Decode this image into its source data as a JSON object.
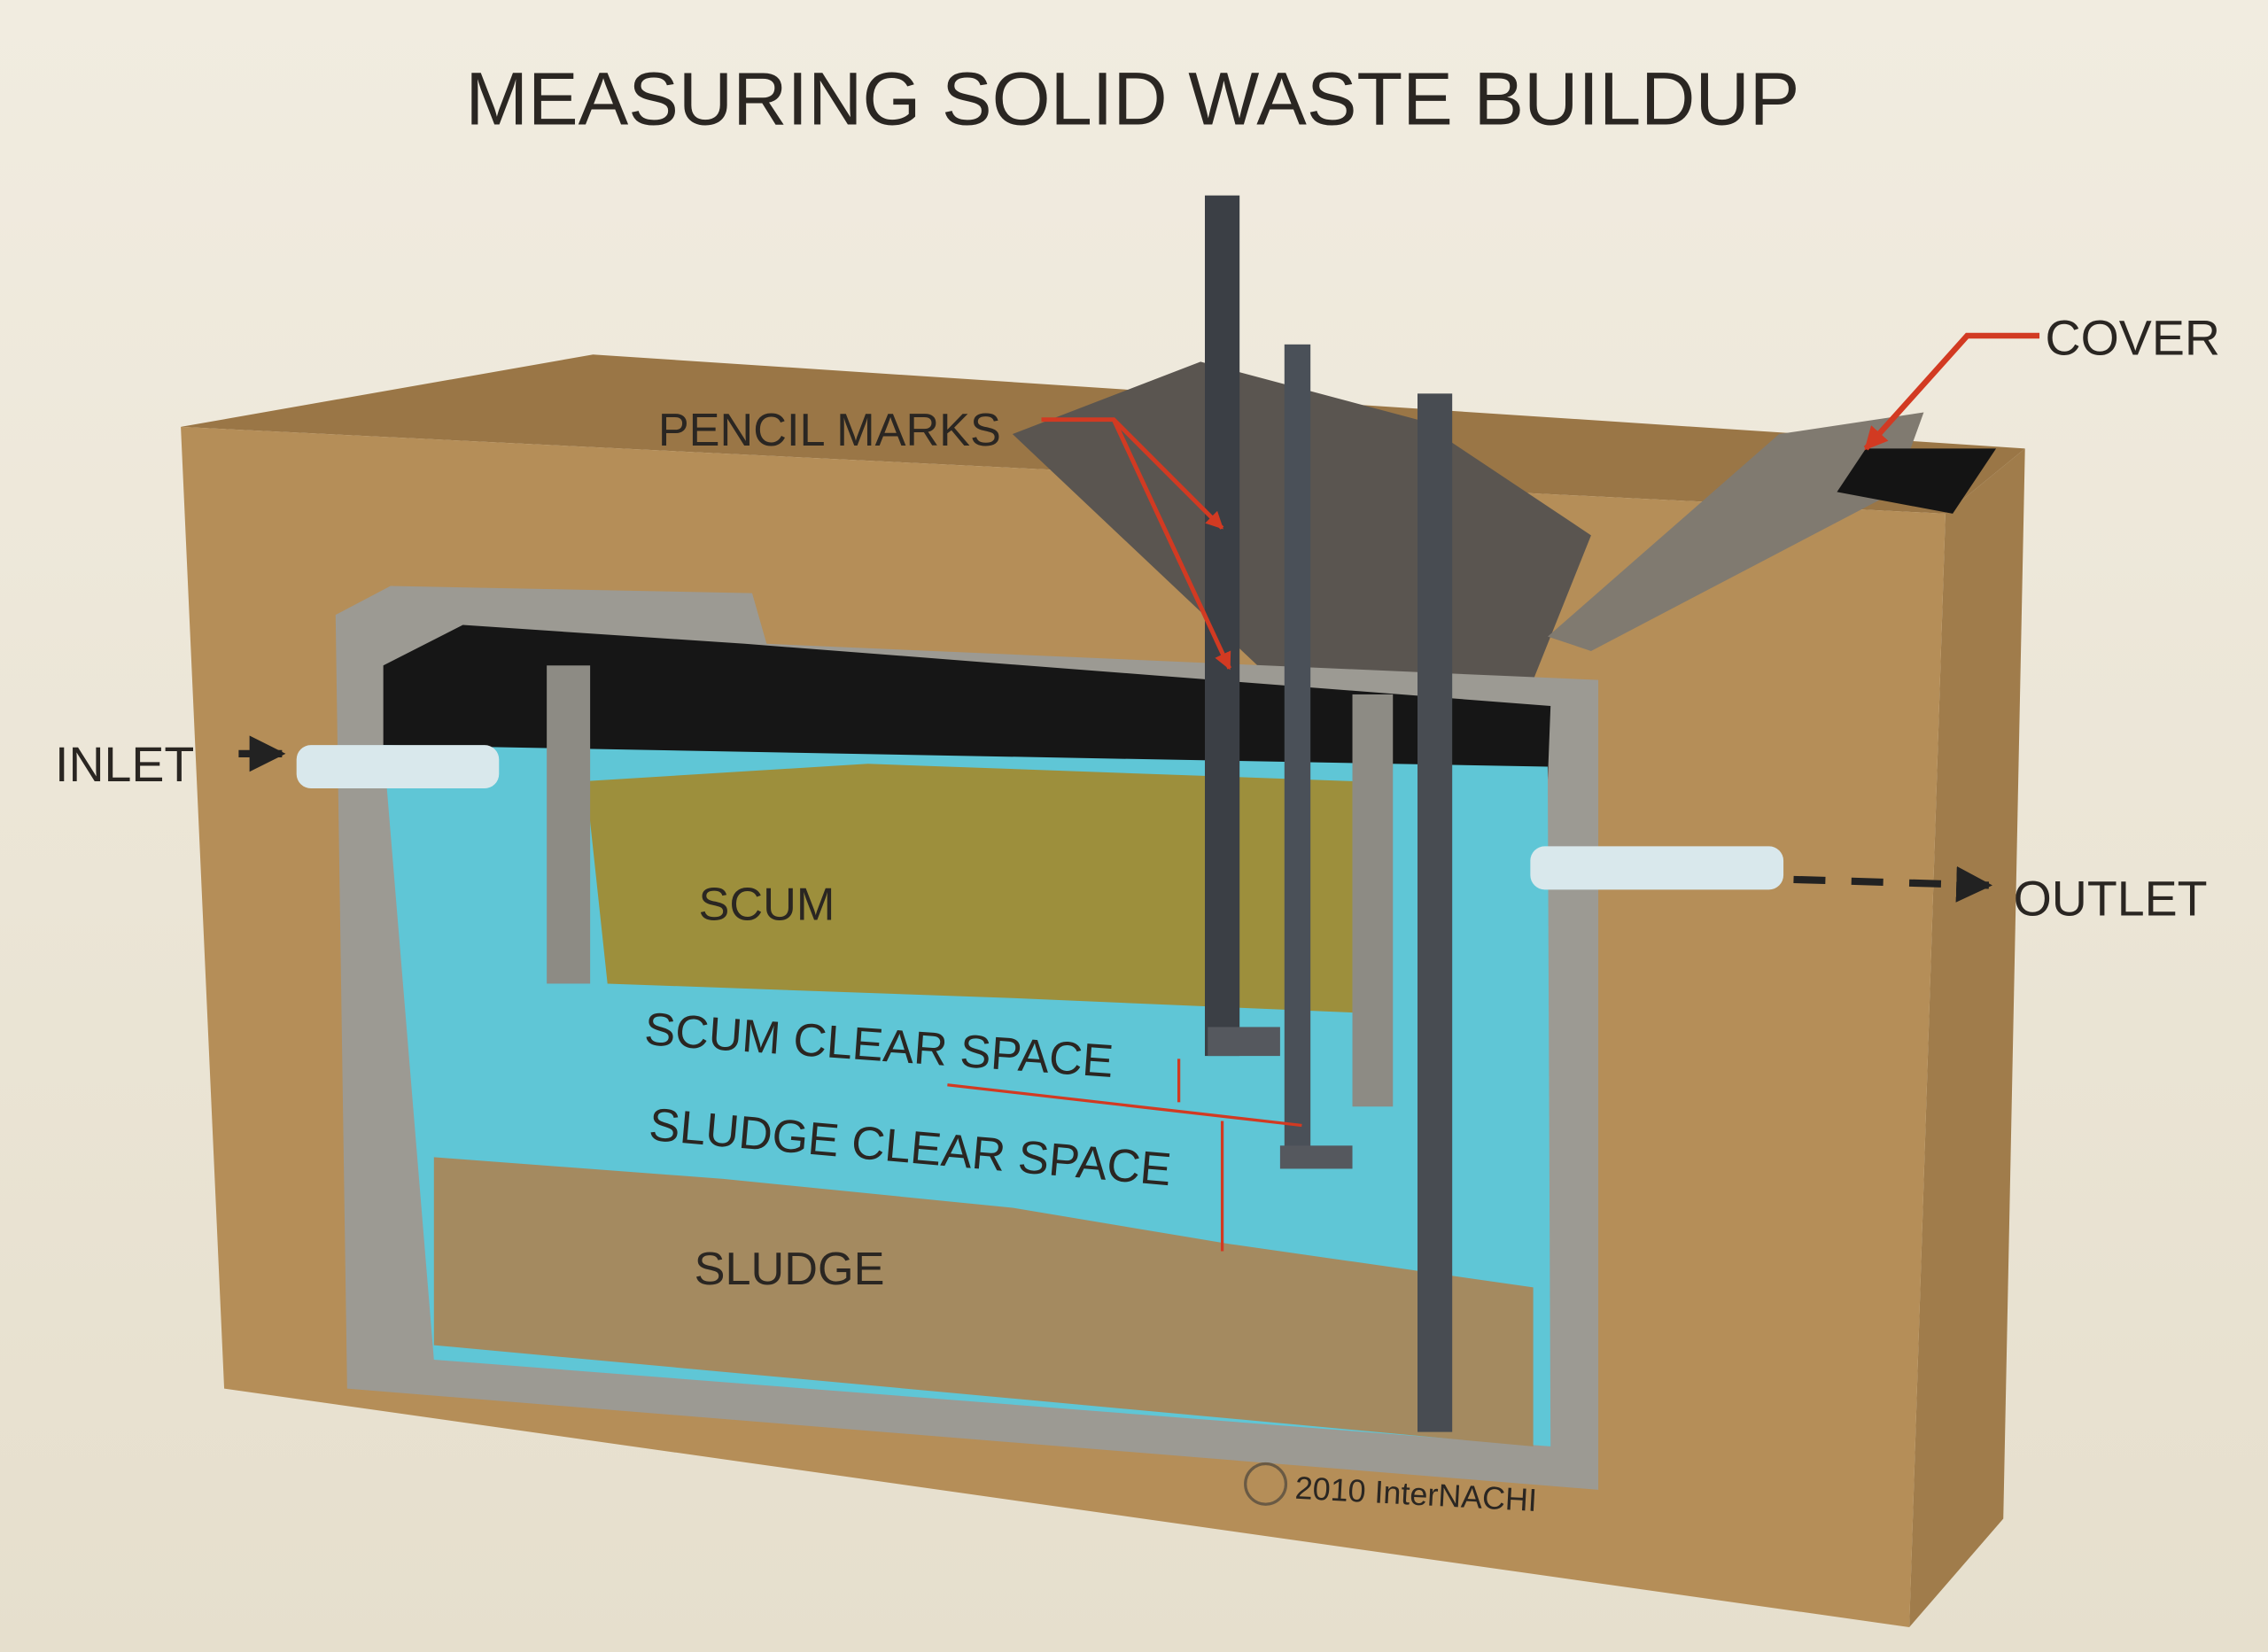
{
  "title": "MEASURING SOLID WASTE BUILDUP",
  "labels": {
    "inlet": "INLET",
    "outlet": "OUTLET",
    "cover": "COVER",
    "pencil_marks": "PENCIL MARKS",
    "scum": "SCUM",
    "scum_clear_space": "SCUM CLEAR SPACE",
    "sludge_clear_space": "SLUDGE CLEAR SPACE",
    "sludge": "SLUDGE"
  },
  "copyright": "2010 InterNACHI",
  "colors": {
    "soil": "#b08a55",
    "concrete": "#9c9a93",
    "water": "#5fc6d6",
    "scum": "#9d8f3c",
    "sludge": "#a48a60",
    "pointer": "#d23a22"
  }
}
